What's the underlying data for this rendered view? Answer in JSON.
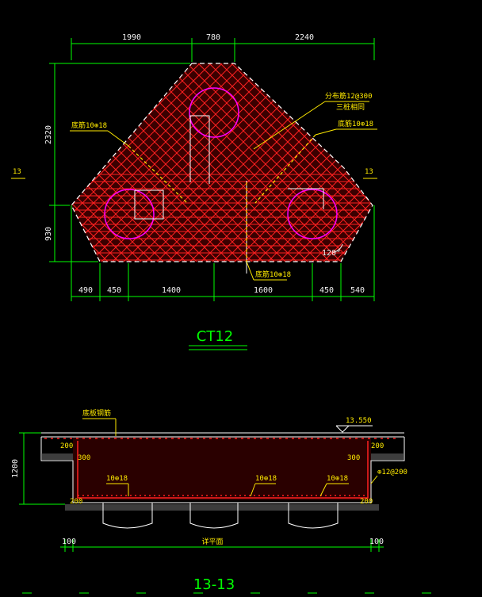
{
  "plan": {
    "dims_top": [
      "1990",
      "780",
      "2240"
    ],
    "dims_left": [
      "2320",
      "930"
    ],
    "dims_bottom": [
      "490",
      "450",
      "1400",
      "1600",
      "450",
      "540"
    ],
    "section_mark_left": "13",
    "section_mark_right": "13",
    "label_top_right_line1": "分布筋12@300",
    "label_top_right_line2": "三桩相同",
    "label_left_bottom_rebar": "底筋10⊕18",
    "label_right_bottom_rebar": "底筋10⊕18",
    "label_center_bottom_rebar": "底筋10⊕18",
    "angle_label": "120°",
    "title": "CT12"
  },
  "section": {
    "label_top_rebar": "底板钢筋",
    "elevation": "13.550",
    "height_dim": "1200",
    "dim_200_top_left": "200",
    "dim_200_top_right": "200",
    "dim_300_left": "300",
    "dim_300_right": "300",
    "rebar_1": "10⊕18",
    "rebar_2": "10⊕18",
    "rebar_3": "10⊕18",
    "stirrup": "⊕12@200",
    "dim_200_bot_left": "200",
    "dim_200_bot_right": "200",
    "dim_100_left": "100",
    "dim_100_right": "100",
    "bottom_label": "详平面",
    "title": "13-13"
  },
  "colors": {
    "background": "#000000",
    "dimension_lines": "#00ff00",
    "rebar": "#ff2a2a",
    "piles": "#ff00ff",
    "text": "#ffea00",
    "outline": "#ffffff"
  }
}
